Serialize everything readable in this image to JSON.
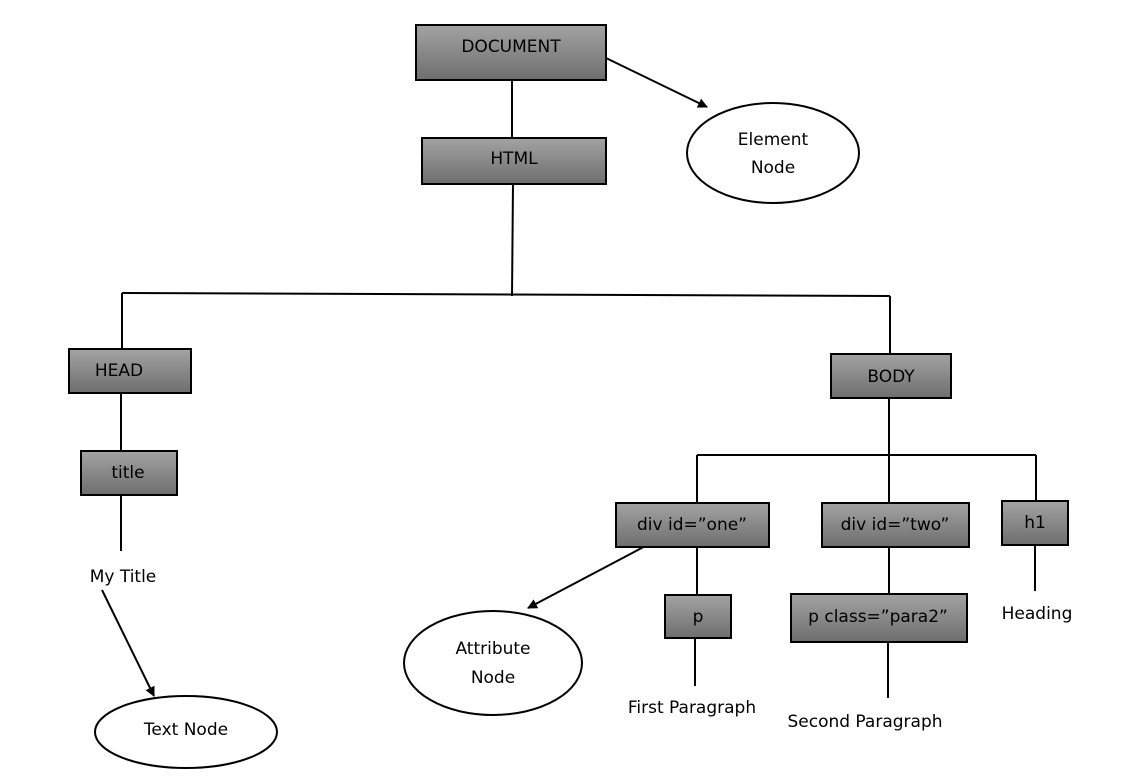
{
  "colors": {
    "box_fill_light": "#a3a3a3",
    "box_fill_dark": "#6e6e6e",
    "stroke": "#000000",
    "background": "#ffffff"
  },
  "nodes": {
    "document": "DOCUMENT",
    "html": "HTML",
    "head": "HEAD",
    "body": "BODY",
    "title": "title",
    "div_one": "div id=”one”",
    "div_two": "div id=”two”",
    "h1": "h1",
    "p": "p",
    "p_class": "p class=”para2”"
  },
  "text_nodes": {
    "my_title": "My Title",
    "first_paragraph": "First Paragraph",
    "second_paragraph": "Second Paragraph",
    "heading": "Heading"
  },
  "legend": {
    "element_node_line1": "Element",
    "element_node_line2": "Node",
    "attribute_node_line1": "Attribute",
    "attribute_node_line2": "Node",
    "text_node": "Text Node"
  }
}
